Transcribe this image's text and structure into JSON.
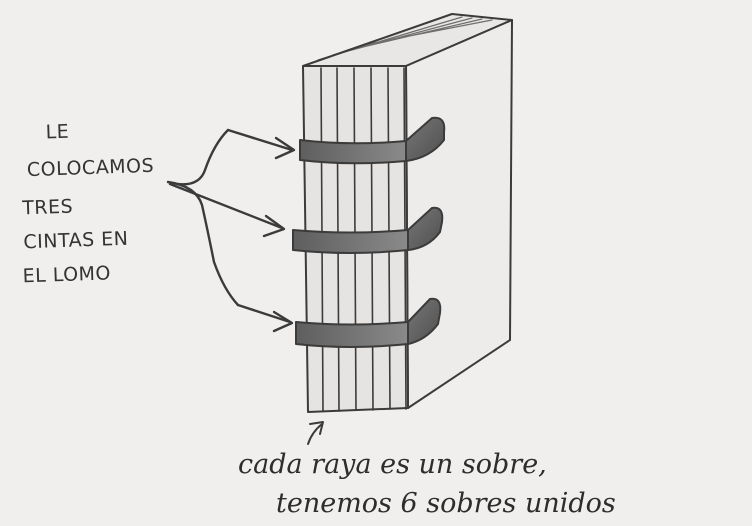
{
  "label_left": {
    "lines": [
      "LE",
      "COLOCAMOS",
      "TRES",
      "CINTAS EN",
      "EL LOMO"
    ]
  },
  "caption": {
    "line1": "cada raya es un sobre,",
    "line2": "tenemos 6 sobres unidos"
  },
  "colors": {
    "paper": "#f1efee",
    "pencil": "#3b3b3b",
    "tape": "#6e6e6e"
  }
}
